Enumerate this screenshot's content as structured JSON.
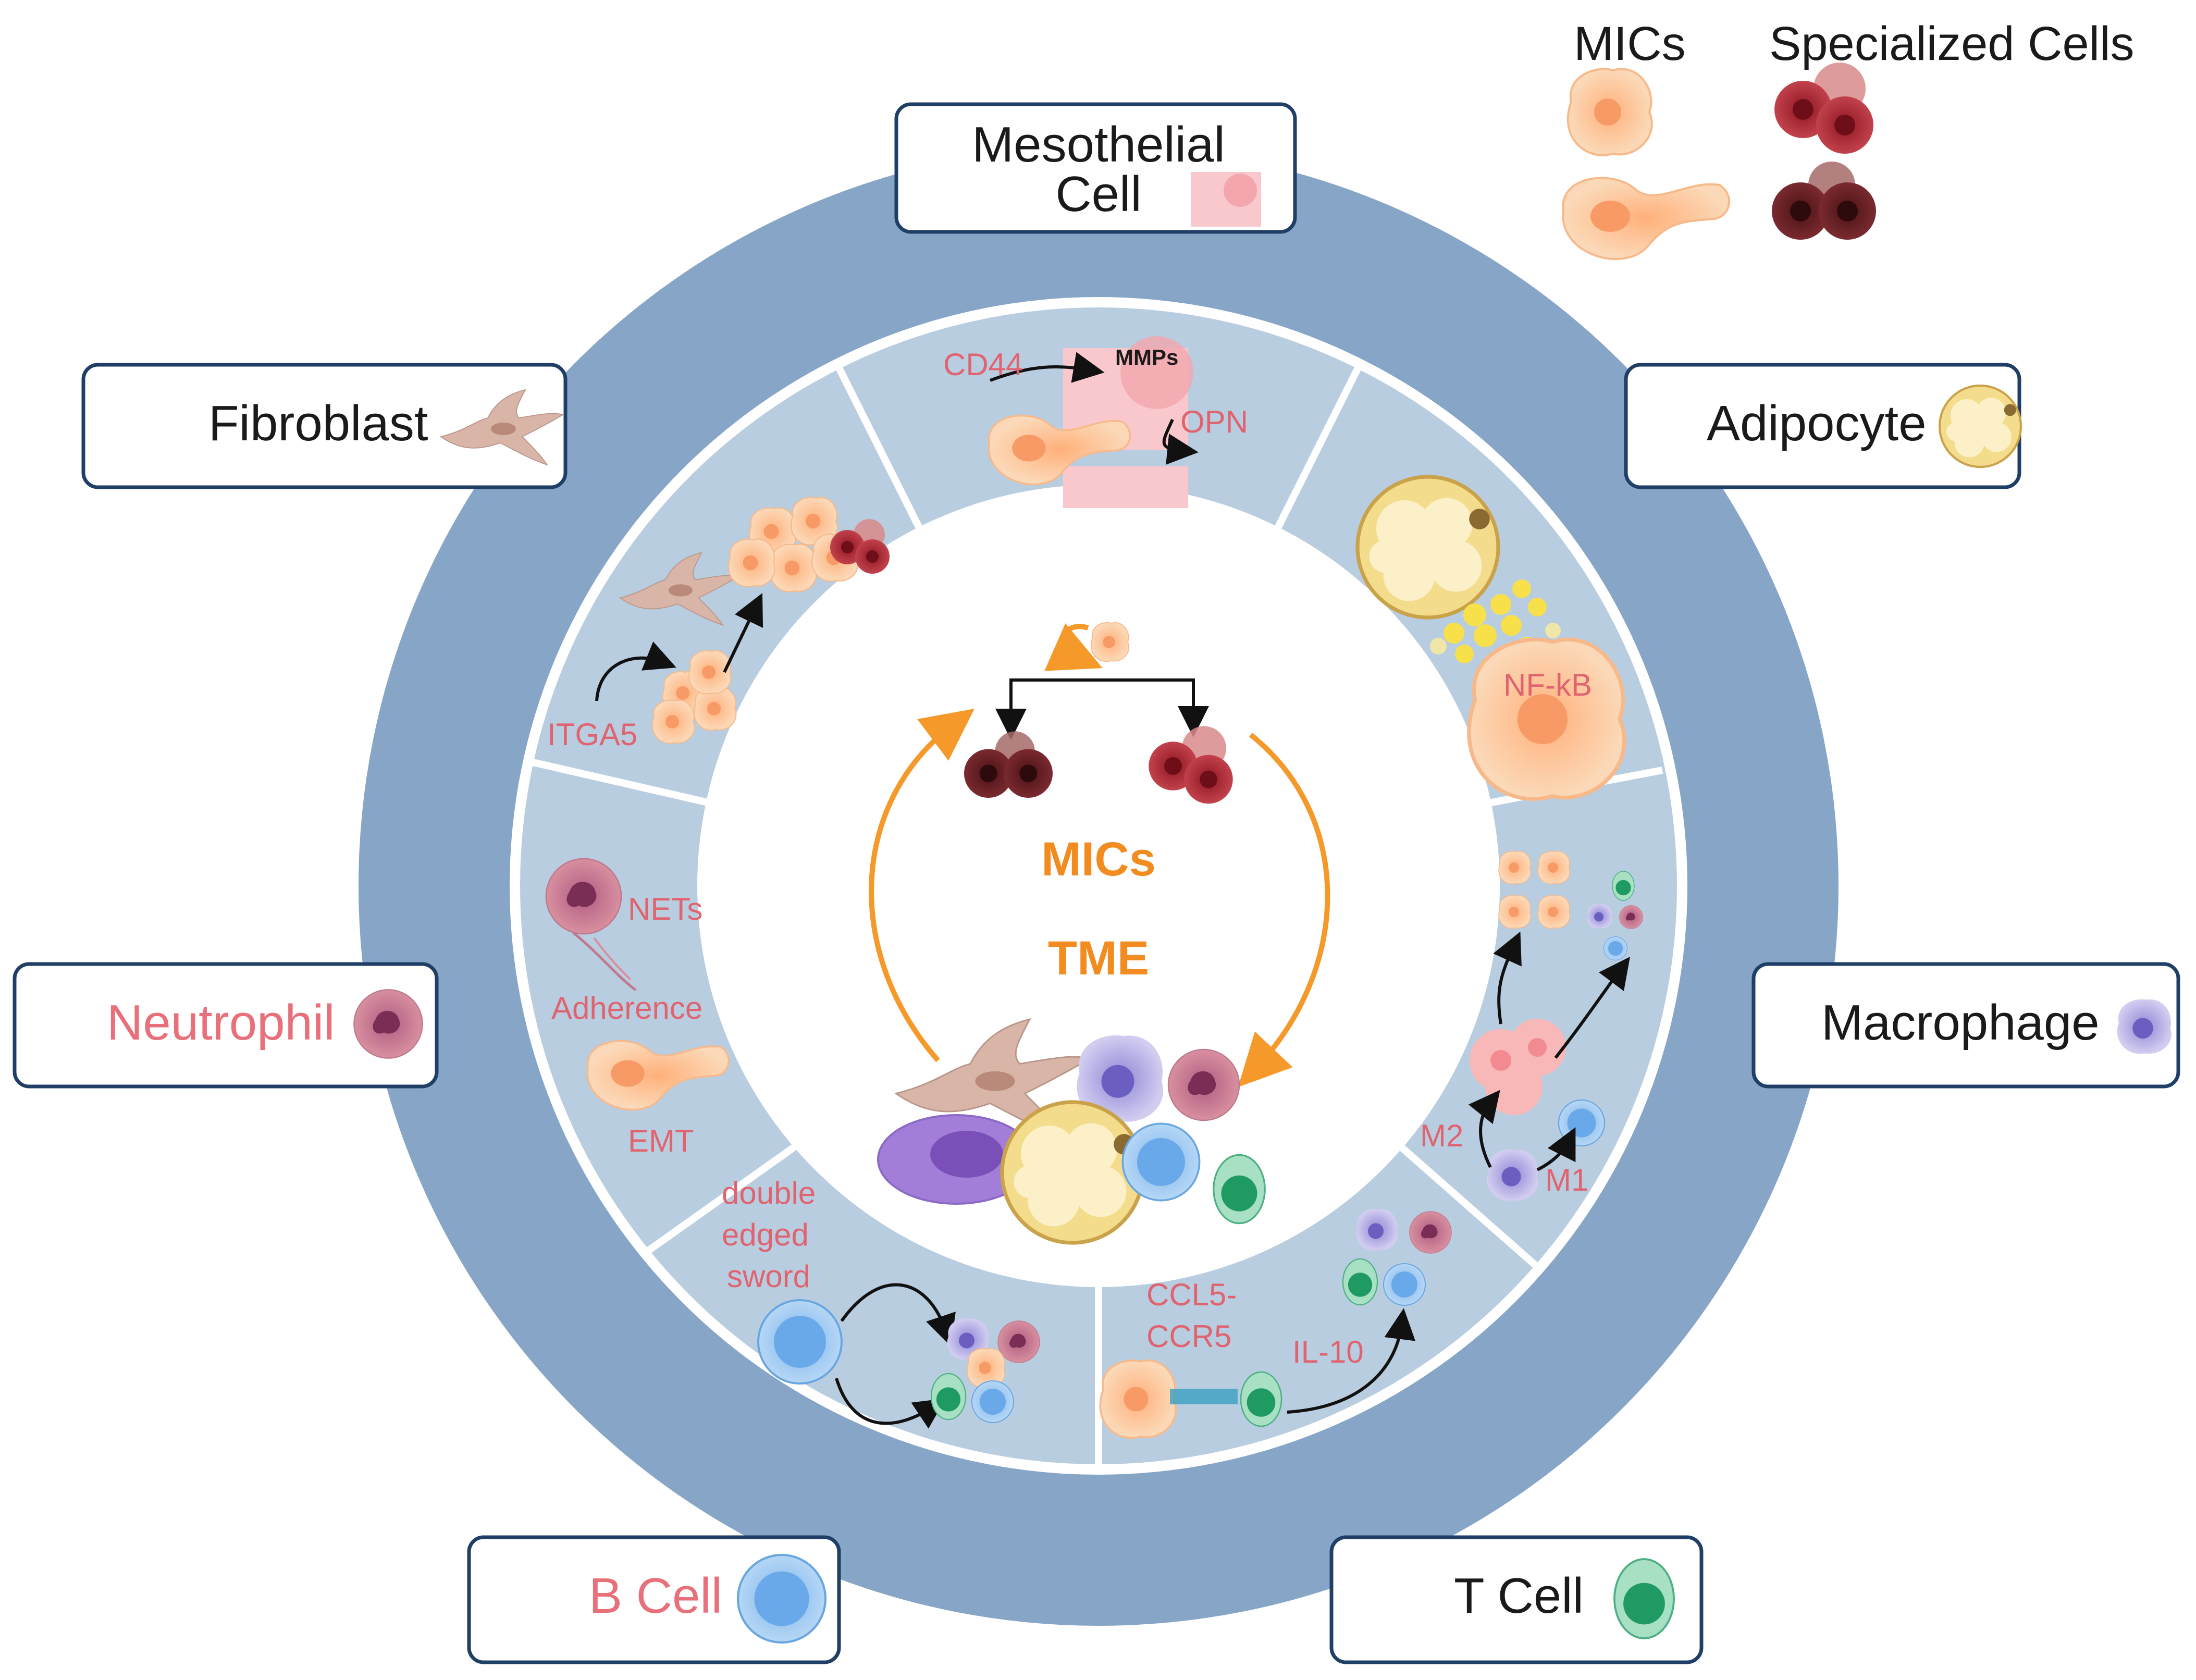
{
  "legend": {
    "mics_label": "MICs",
    "specialized_label": "Specialized Cells"
  },
  "outer_labels": {
    "mesothelial": [
      "Mesothelial",
      "Cell"
    ],
    "fibroblast": "Fibroblast",
    "adipocyte": "Adipocyte",
    "neutrophil": "Neutrophil",
    "macrophage": "Macrophage",
    "b_cell": "B Cell",
    "t_cell": "T Cell"
  },
  "center": {
    "title_1": "MICs",
    "title_2": "TME"
  },
  "annotations": {
    "cd44": "CD44",
    "mmps": "MMPs",
    "opn": "OPN",
    "nfkb": "NF-kB",
    "itga5": "ITGA5",
    "nets": "NETs",
    "adherence": "Adherence",
    "emt": "EMT",
    "m2": "M2",
    "m1": "M1",
    "double": "double",
    "edged": "edged",
    "sword": "sword",
    "ccl5": "CCL5-",
    "ccr5": "CCR5",
    "il10": "IL-10"
  },
  "colors": {
    "outer_ring": "#86a5c7",
    "inner_ring": "#b9cde0",
    "label_border": "#1f3f66",
    "accent_orange": "#f28c20",
    "annotation_red": "#e06470",
    "mic_cell": "#fdc9a0",
    "specialized_cell": "#b5303c"
  }
}
